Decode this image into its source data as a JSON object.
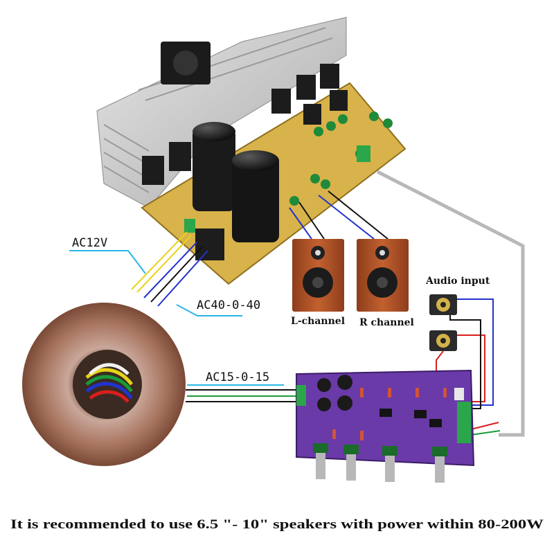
{
  "labels": {
    "ac12v": "AC12V",
    "ac40": "AC40-0-40",
    "ac15": "AC15-0-15",
    "audio_input": "Audio input",
    "l_channel": "L-channel",
    "r_channel": "R channel"
  },
  "caption": "It is recommended to use 6.5 \"- 10\" speakers with power within 80-200W",
  "colors": {
    "wire_yellow": "#e8d21a",
    "wire_black": "#111111",
    "wire_blue": "#2233cc",
    "wire_green": "#1a9a3a",
    "wire_red": "#d81e1e",
    "callout_cyan": "#29b6e8",
    "signal_cable": "#b8b8b8",
    "amp_pcb": "#d8b24a",
    "tone_pcb": "#6a3aa8",
    "speaker_wood": "#b0522a",
    "toroid_copper": "#9a6a50"
  }
}
